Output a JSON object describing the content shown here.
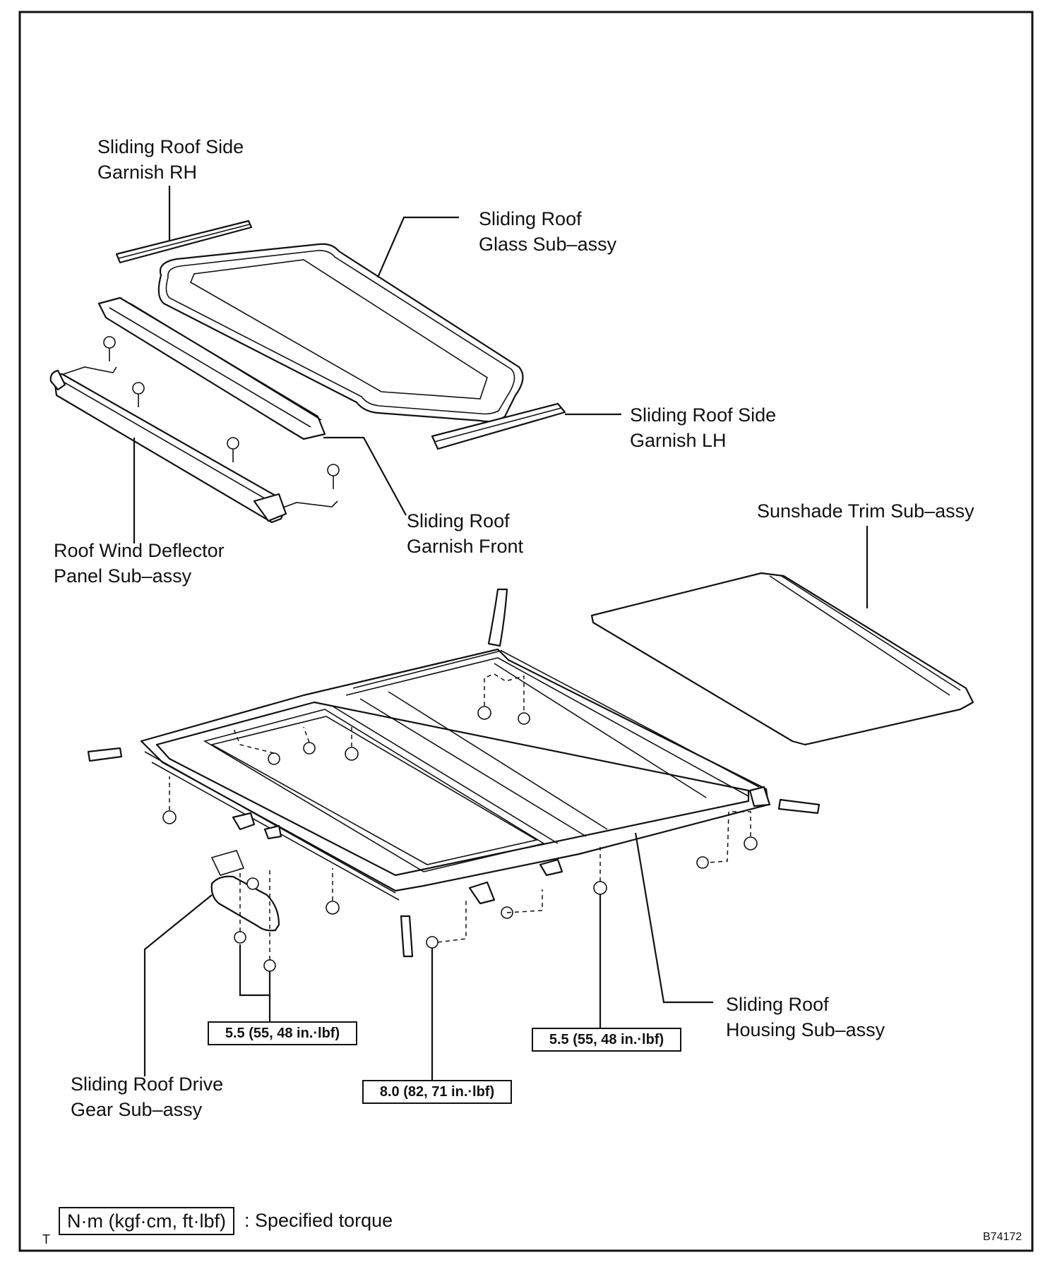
{
  "labels": {
    "side_garnish_rh": "Sliding Roof Side\nGarnish RH",
    "glass": "Sliding Roof\nGlass Sub–assy",
    "side_garnish_lh": "Sliding Roof Side\nGarnish LH",
    "garnish_front": "Sliding Roof\nGarnish Front",
    "sunshade": "Sunshade Trim Sub–assy",
    "wind_deflector": "Roof Wind Deflector\nPanel Sub–assy",
    "housing": "Sliding Roof\nHousing Sub–assy",
    "drive_gear": "Sliding Roof Drive\nGear Sub–assy"
  },
  "torques": {
    "drive_gear_bolts": "5.5 (55, 48 in.·lbf)",
    "housing_nut": "5.5 (55, 48 in.·lbf)",
    "housing_bolt": "8.0 (82, 71 in.·lbf)"
  },
  "legend": {
    "unit_box": "N·m (kgf·cm, ft·lbf)",
    "text": ": Specified torque"
  },
  "corner_letter": "T",
  "figure_code": "B74172"
}
